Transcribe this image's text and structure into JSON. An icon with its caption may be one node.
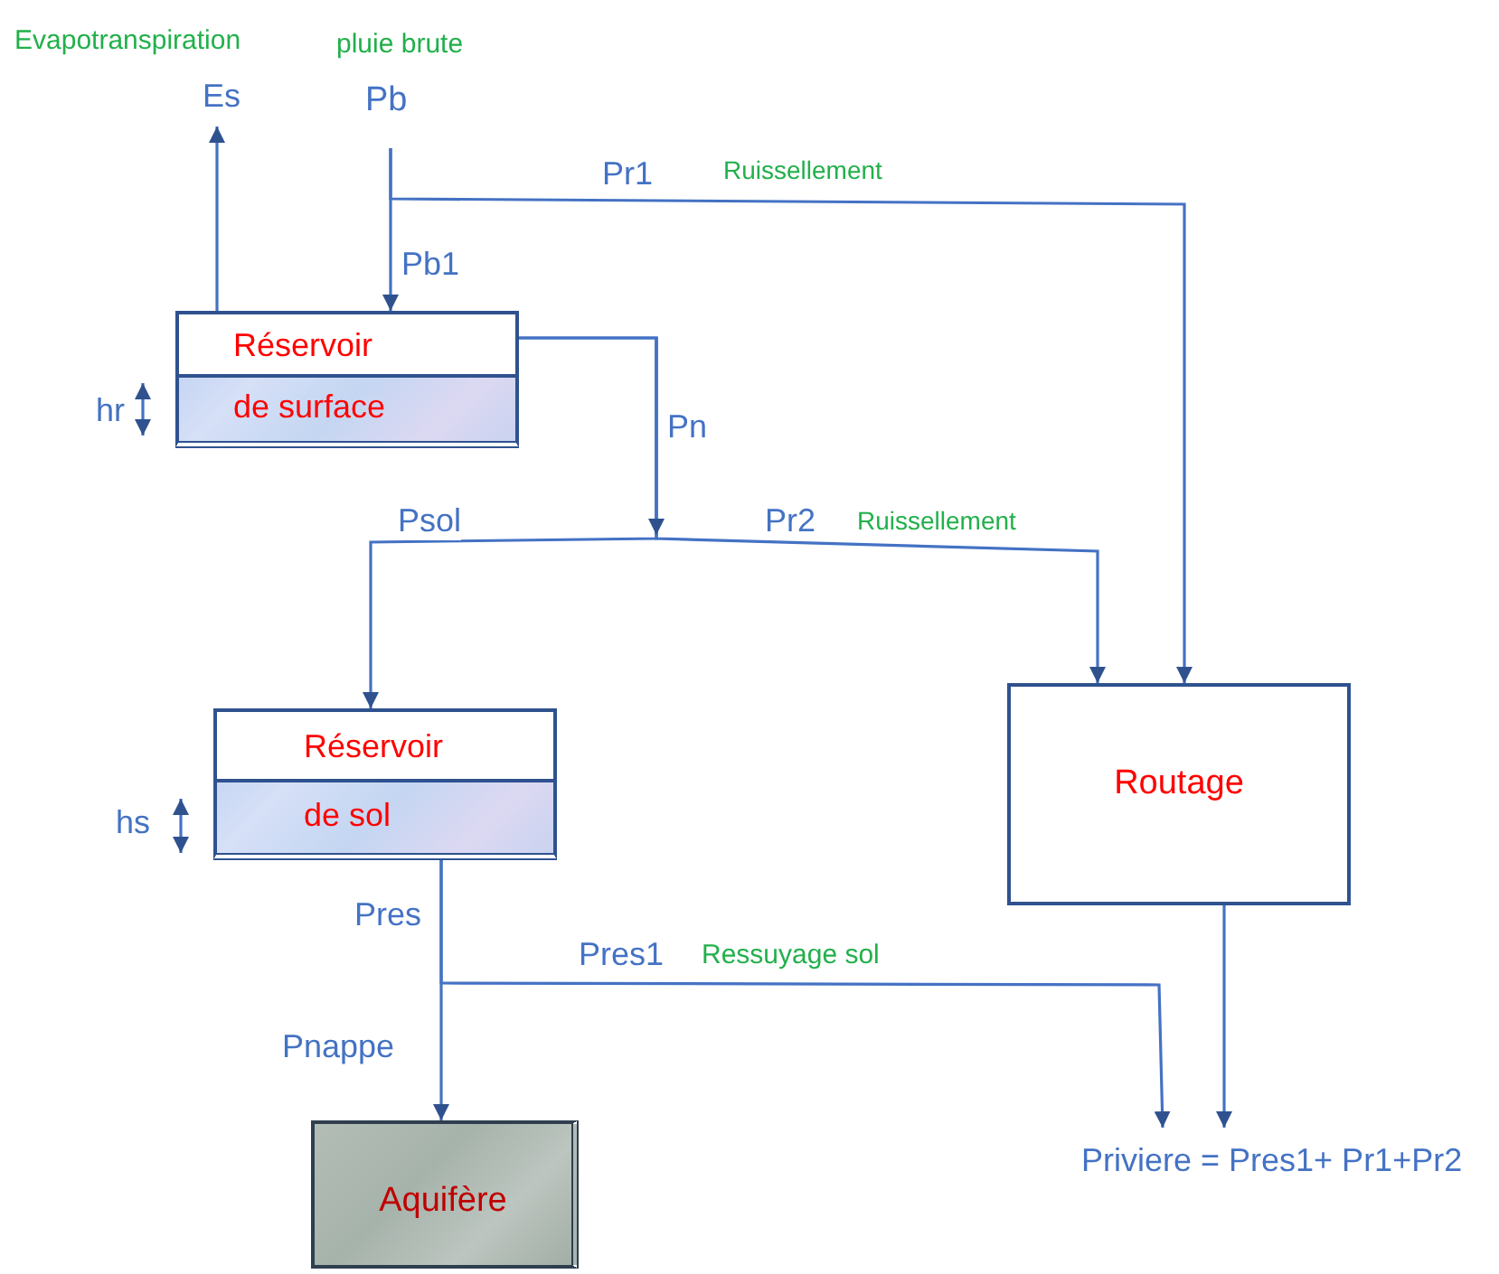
{
  "diagram": {
    "nodes": [
      {
        "text": [
          "Evapotranspiration",
          "Es"
        ]
      },
      {
        "text": [
          "pluie brute",
          "Pb"
        ]
      },
      {
        "text": [
          "Réservoir de surface"
        ]
      },
      {
        "text": [
          "Réservoir de sol"
        ]
      },
      {
        "text": [
          "Routage"
        ]
      },
      {
        "text": [
          "Aquifère"
        ]
      },
      {
        "text": [
          "Priviere = Pres1+ Pr1+Pr2"
        ]
      }
    ],
    "edges": [
      {
        "from": 2,
        "to": 0,
        "arrow": "to"
      },
      {
        "from": 1,
        "to": 2,
        "arrow": "to",
        "label": "Pb1"
      },
      {
        "from": 1,
        "to": 4,
        "arrow": "to",
        "label": "Pr1"
      },
      {
        "from": 2,
        "to": 3,
        "arrow": "to",
        "label": "Psol"
      },
      {
        "from": 2,
        "to": 4,
        "arrow": "to",
        "label": "Pr2"
      },
      {
        "from": 3,
        "to": 5,
        "arrow": "to",
        "label": "Pnappe"
      },
      {
        "from": 3,
        "to": 6,
        "arrow": "to",
        "label": "Pres1"
      },
      {
        "from": 4,
        "to": 6,
        "arrow": "to"
      }
    ],
    "labels": [
      "Ruissellement",
      "hr",
      "Pn",
      "Ruissellement",
      "hs",
      "Pres",
      "Ressuyage sol"
    ]
  }
}
